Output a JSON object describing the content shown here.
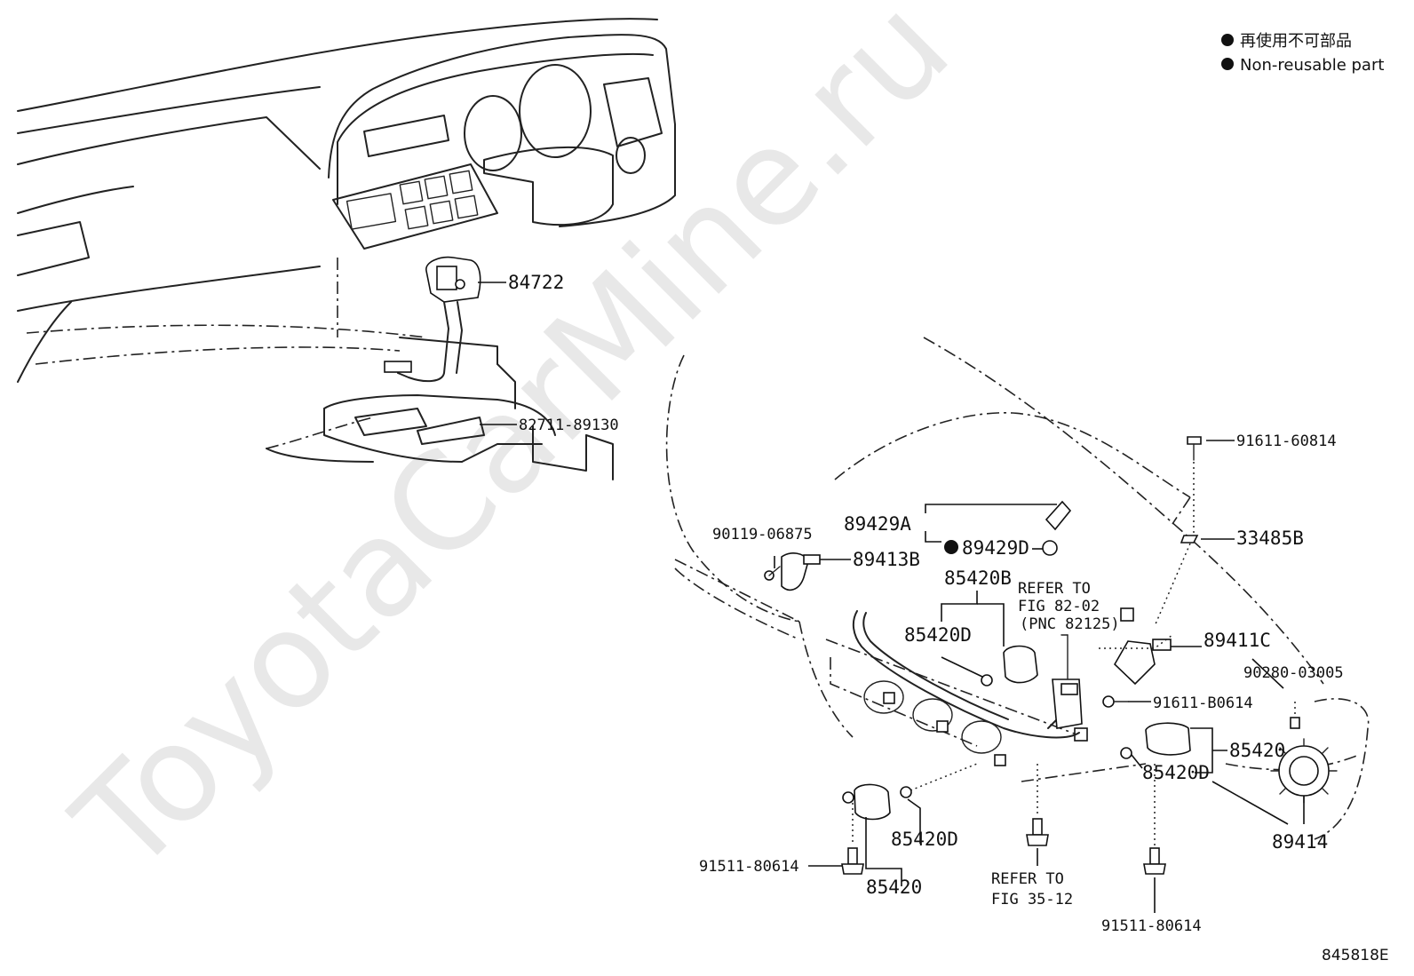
{
  "watermark": "ToyotaCarMine.ru",
  "legend": {
    "line_jp": "再使用不可部品",
    "line_en": "Non-reusable part"
  },
  "figure_id": "845818E",
  "labels": {
    "p84722": "84722",
    "p82711": "82711-89130",
    "p91611_60814": "91611-60814",
    "p33485B": "33485B",
    "p90119": "90119-06875",
    "p89429A": "89429A",
    "p89429D": "89429D",
    "p89413B": "89413B",
    "p85420B": "85420B",
    "p85420D_a": "85420D",
    "refer1_l1": "REFER TO",
    "refer1_l2": "FIG 82-02",
    "refer1_l3": "(PNC 82125)",
    "p89411C": "89411C",
    "p90280": "90280-03005",
    "p91611_B0614": "91611-B0614",
    "p85420_r": "85420",
    "p85420D_r": "85420D",
    "p89414": "89414",
    "p85420D_b": "85420D",
    "p85420_b": "85420",
    "p91511_l": "91511-80614",
    "refer2_l1": "REFER TO",
    "refer2_l2": "FIG 35-12",
    "p91511_b": "91511-80614"
  }
}
